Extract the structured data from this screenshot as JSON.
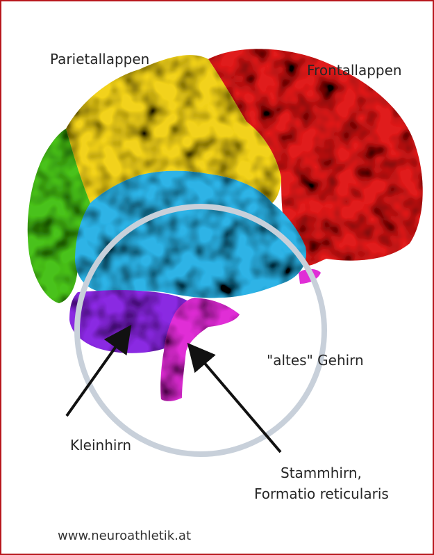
{
  "colors": {
    "frame": "#b8171d",
    "frontal": "#e01b1b",
    "parietal": "#f2d21f",
    "occipital": "#49c21f",
    "temporal": "#2fb3e6",
    "cerebellum": "#8a2be2",
    "brainstem": "#e02ed6",
    "circle": "#c8d0da",
    "arrow": "#111111"
  },
  "labels": {
    "parietal": "Parietallappen",
    "frontal": "Frontallappen",
    "old_brain": "\"altes\" Gehirn",
    "cerebellum": "Kleinhirn",
    "brainstem_line1": "Stammhirn,",
    "brainstem_line2": "Formatio reticularis"
  },
  "footer": {
    "url": "www.neuroathletik.at"
  }
}
